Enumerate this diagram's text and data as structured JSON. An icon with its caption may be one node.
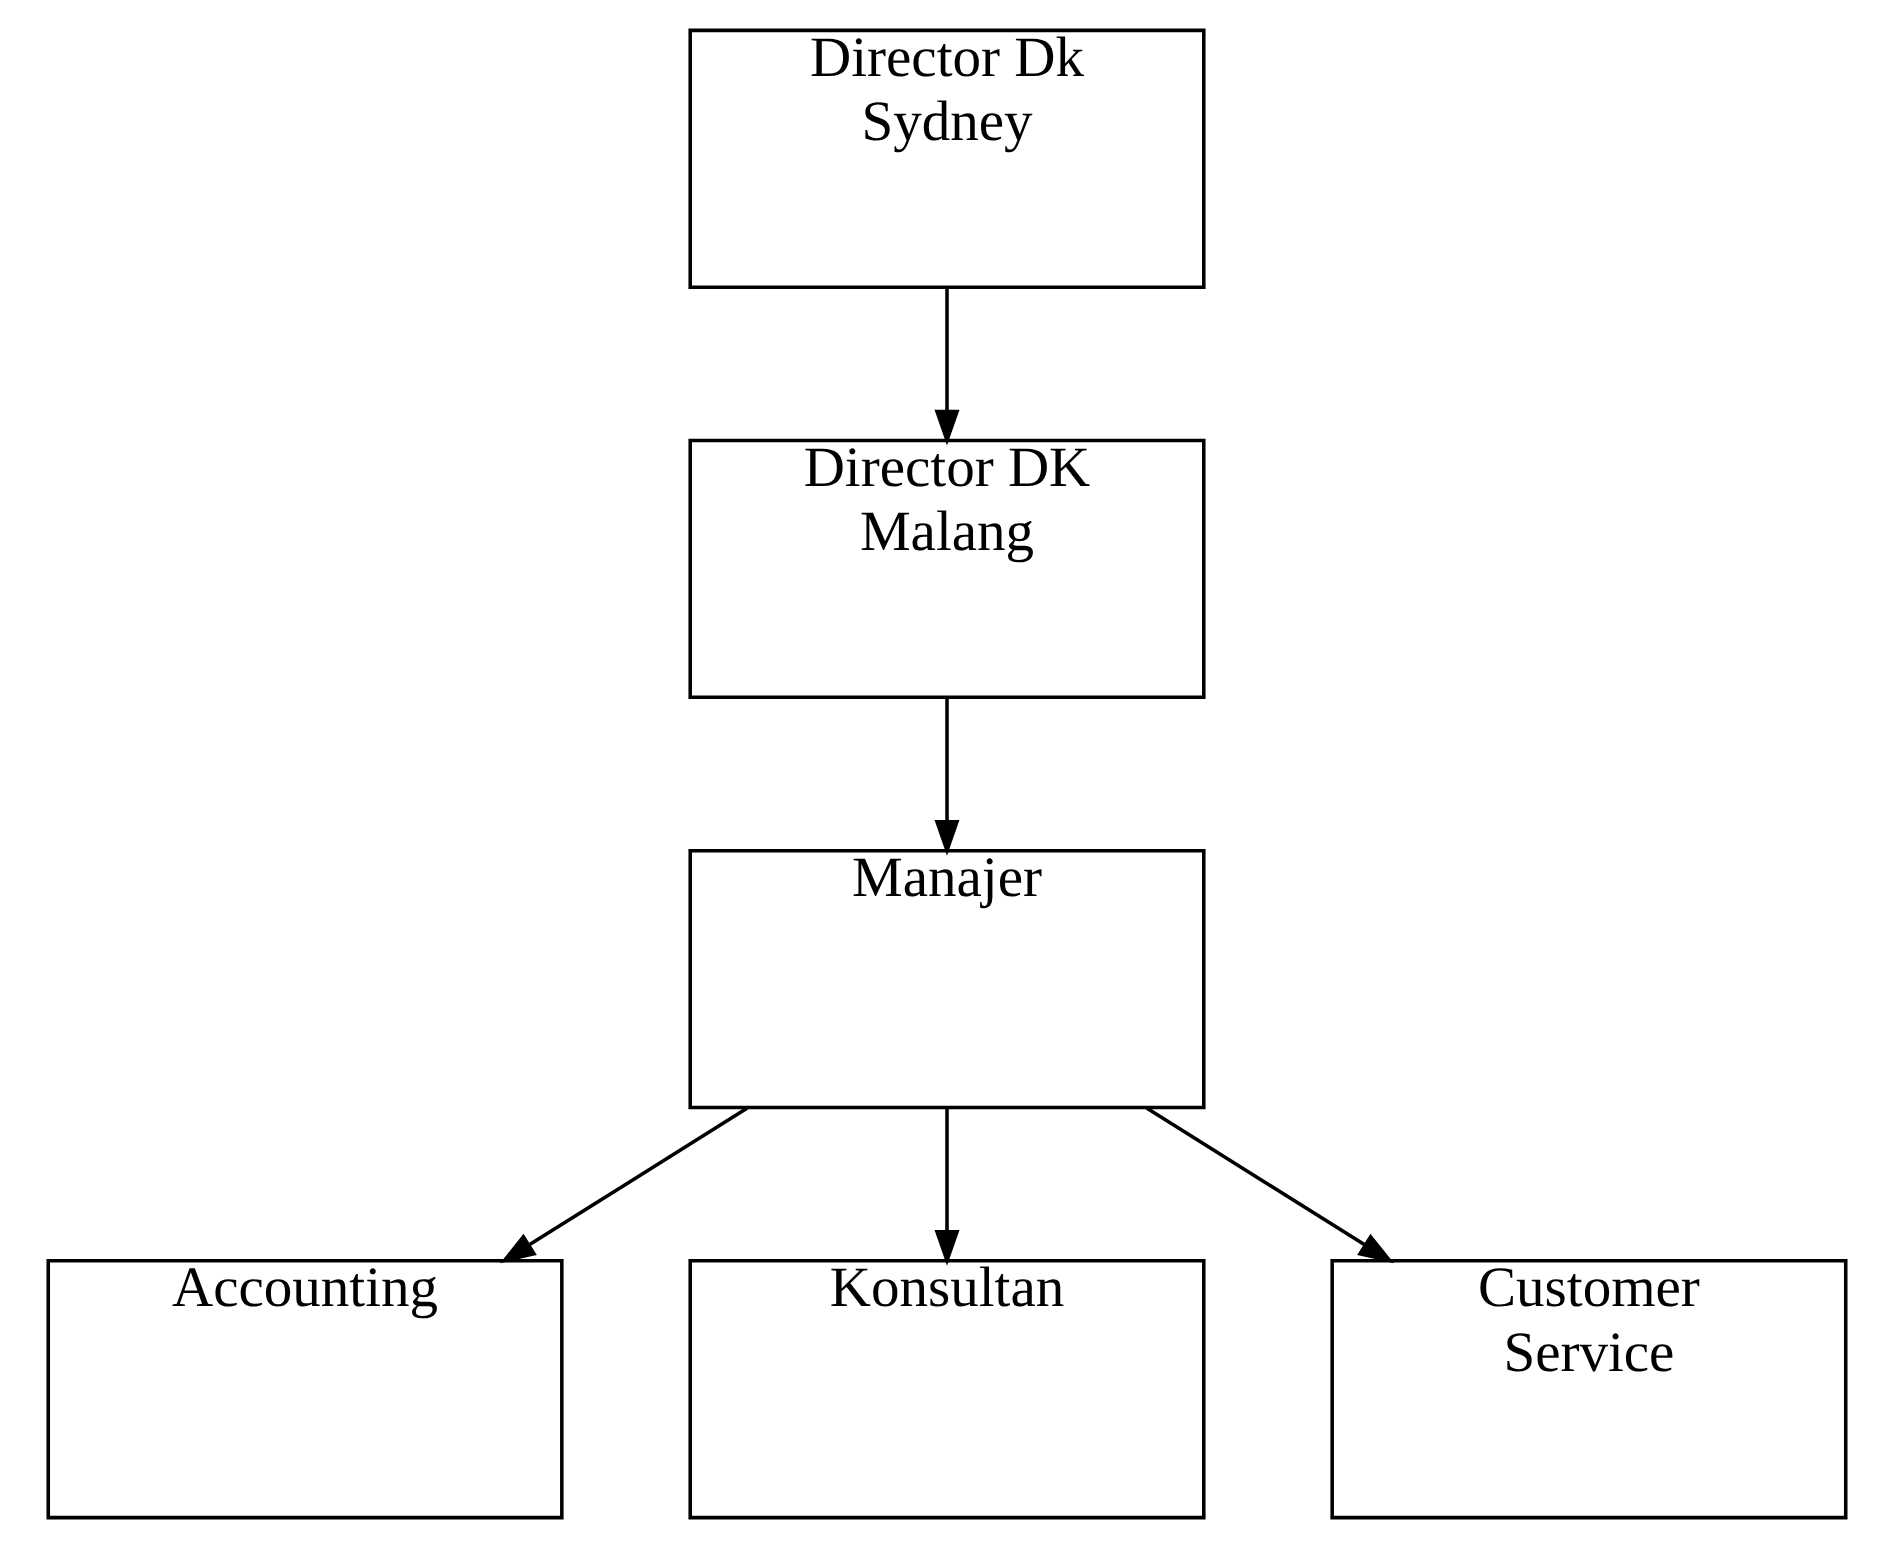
{
  "diagram": {
    "nodes": [
      {
        "text": [
          "Director Dk Sydney"
        ]
      },
      {
        "text": [
          "Director DK Malang"
        ]
      },
      {
        "text": [
          "Manajer"
        ]
      },
      {
        "text": [
          "Accounting"
        ]
      },
      {
        "text": [
          "Konsultan"
        ]
      },
      {
        "text": [
          "Customer Service"
        ]
      }
    ],
    "edges": [
      {
        "from": 0,
        "to": 1,
        "arrow": "to"
      },
      {
        "from": 1,
        "to": 2,
        "arrow": "to"
      },
      {
        "from": 2,
        "to": 3,
        "arrow": "to"
      },
      {
        "from": 2,
        "to": 4,
        "arrow": "to"
      },
      {
        "from": 2,
        "to": 5,
        "arrow": "to"
      }
    ]
  }
}
